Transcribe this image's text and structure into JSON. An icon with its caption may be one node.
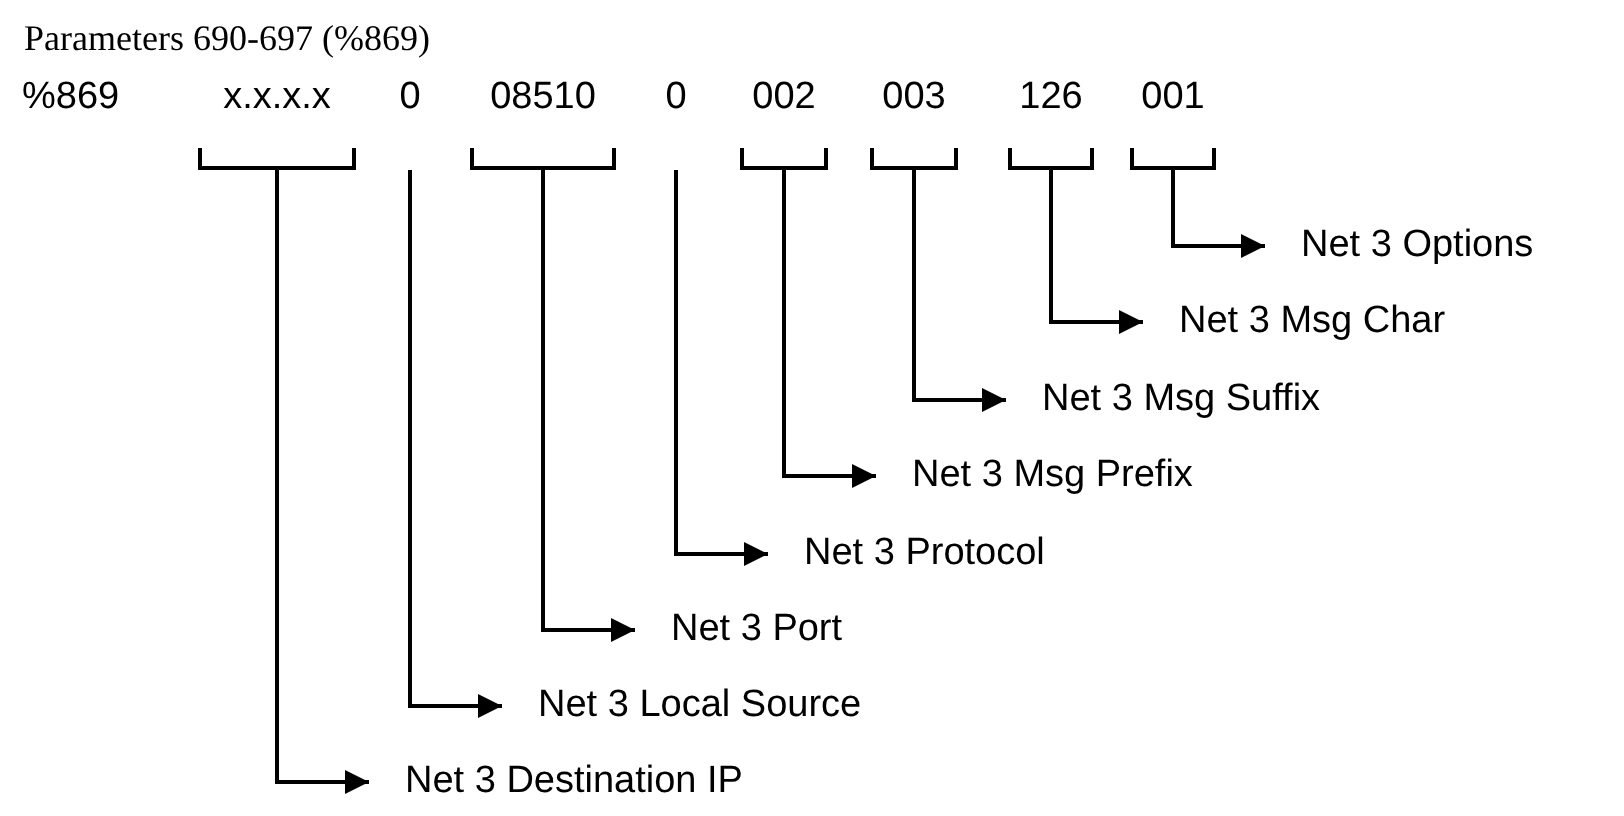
{
  "diagram": {
    "title": "Parameters 690-697 (%869)",
    "nodes": [
      {
        "text": [
          "x.x.x.x"
        ]
      },
      {
        "text": [
          "0"
        ]
      },
      {
        "text": [
          "08510"
        ]
      },
      {
        "text": [
          "0"
        ]
      },
      {
        "text": [
          "002"
        ]
      },
      {
        "text": [
          "003"
        ]
      },
      {
        "text": [
          "126"
        ]
      },
      {
        "text": [
          "001"
        ]
      },
      {
        "text": [
          "Net 3 Destination IP"
        ]
      },
      {
        "text": [
          "Net 3 Local Source"
        ]
      },
      {
        "text": [
          "Net 3 Port"
        ]
      },
      {
        "text": [
          "Net 3 Protocol"
        ]
      },
      {
        "text": [
          "Net 3 Msg Prefix"
        ]
      },
      {
        "text": [
          "Net 3 Msg Suffix"
        ]
      },
      {
        "text": [
          "Net 3 Msg Char"
        ]
      },
      {
        "text": [
          "Net 3 Options"
        ]
      }
    ],
    "edges": [
      {
        "from": 0,
        "to": 8,
        "arrow": "to"
      },
      {
        "from": 1,
        "to": 9,
        "arrow": "to"
      },
      {
        "from": 2,
        "to": 10,
        "arrow": "to"
      },
      {
        "from": 3,
        "to": 11,
        "arrow": "to"
      },
      {
        "from": 4,
        "to": 12,
        "arrow": "to"
      },
      {
        "from": 5,
        "to": 13,
        "arrow": "to"
      },
      {
        "from": 6,
        "to": 14,
        "arrow": "to"
      },
      {
        "from": 7,
        "to": 15,
        "arrow": "to"
      }
    ],
    "labels": [
      "%869"
    ]
  }
}
